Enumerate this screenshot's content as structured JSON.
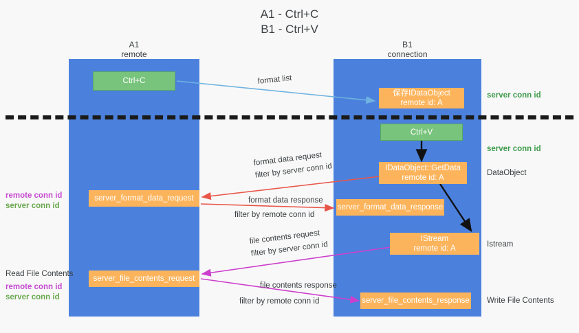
{
  "title": {
    "line1": "A1 - Ctrl+C",
    "line2": "B1 - Ctrl+V"
  },
  "columns": {
    "left": {
      "name": "A1",
      "role": "remote"
    },
    "right": {
      "name": "B1",
      "role": "connection"
    }
  },
  "boxes": {
    "ctrl_c": {
      "label": "Ctrl+C"
    },
    "save_idataobject": {
      "line1": "保存IDataObject",
      "line2": "remote id: A"
    },
    "ctrl_v": {
      "label": "Ctrl+V"
    },
    "getdata": {
      "line1": "IDataObject::GetData",
      "line2": "remote id: A"
    },
    "istream": {
      "line1": "IStream",
      "line2": "remote id: A"
    },
    "server_format_data_request": {
      "label": "server_format_data_request"
    },
    "server_format_data_response": {
      "label": "server_format_data_response"
    },
    "server_file_contents_request": {
      "label": "server_file_contents_request"
    },
    "server_file_contents_response": {
      "label": "server_file_contents_response"
    }
  },
  "arrow_labels": {
    "format_list": "format list",
    "format_data_request": "format data request",
    "format_data_request_filter_prefix": "filter by ",
    "format_data_request_filter_value": "server conn id",
    "format_data_response": "format data response",
    "format_data_response_filter_prefix": "filter by ",
    "format_data_response_filter_value": "remote conn id",
    "file_contents_request": "file contents request",
    "file_contents_request_filter_prefix": "filter by ",
    "file_contents_request_filter_value": "server conn id",
    "file_contents_response": "file contents response",
    "file_contents_response_filter_prefix": "filter by ",
    "file_contents_response_filter_value": "remote conn id"
  },
  "right_annotations": {
    "server_conn_id_top": "server conn id",
    "server_conn_id_mid": "server conn id",
    "dataobject": "DataObject",
    "istream": "Istream",
    "write_file_contents": "Write File Contents"
  },
  "left_annotations": {
    "conn_pair_top": {
      "remote": "remote conn id",
      "server": "server conn id"
    },
    "read_file_contents": "Read File Contents",
    "conn_pair_bottom": {
      "remote": "remote conn id",
      "server": "server conn id"
    }
  },
  "colors": {
    "band": "#4b81dd",
    "green_box": "#79c47d",
    "orange_box": "#fcb45c",
    "server_conn_id": "#6aa84f",
    "remote_conn_id": "#c64ad0",
    "red_arrow": "#e8564a",
    "blue_arrow": "#6fb3e0",
    "magenta_arrow": "#cc3fcc",
    "black_arrow": "#111111"
  }
}
